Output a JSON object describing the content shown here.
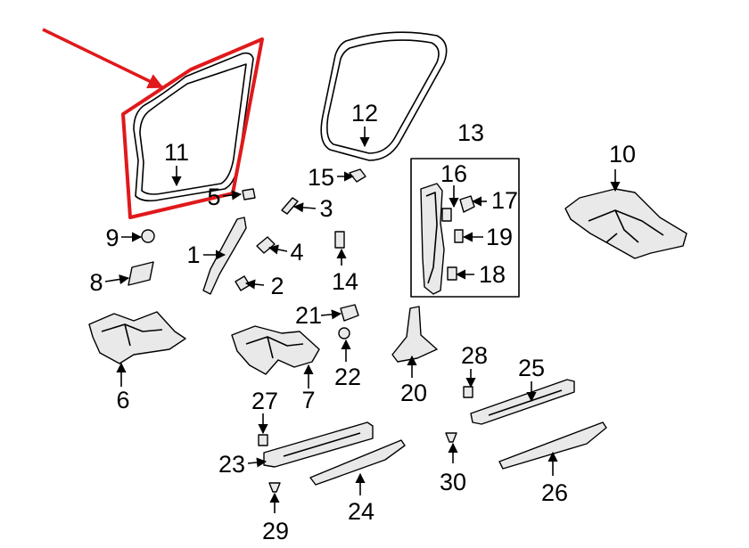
{
  "callouts": [
    {
      "id": "c1",
      "label": "1"
    },
    {
      "id": "c2",
      "label": "2"
    },
    {
      "id": "c3",
      "label": "3"
    },
    {
      "id": "c4",
      "label": "4"
    },
    {
      "id": "c5",
      "label": "5"
    },
    {
      "id": "c6",
      "label": "6"
    },
    {
      "id": "c7",
      "label": "7"
    },
    {
      "id": "c8",
      "label": "8"
    },
    {
      "id": "c9",
      "label": "9"
    },
    {
      "id": "c10",
      "label": "10"
    },
    {
      "id": "c11",
      "label": "11"
    },
    {
      "id": "c12",
      "label": "12"
    },
    {
      "id": "c13",
      "label": "13"
    },
    {
      "id": "c14",
      "label": "14"
    },
    {
      "id": "c15",
      "label": "15"
    },
    {
      "id": "c16",
      "label": "16"
    },
    {
      "id": "c17",
      "label": "17"
    },
    {
      "id": "c18",
      "label": "18"
    },
    {
      "id": "c19",
      "label": "19"
    },
    {
      "id": "c20",
      "label": "20"
    },
    {
      "id": "c21",
      "label": "21"
    },
    {
      "id": "c22",
      "label": "22"
    },
    {
      "id": "c23",
      "label": "23"
    },
    {
      "id": "c24",
      "label": "24"
    },
    {
      "id": "c25",
      "label": "25"
    },
    {
      "id": "c26",
      "label": "26"
    },
    {
      "id": "c27",
      "label": "27"
    },
    {
      "id": "c28",
      "label": "28"
    },
    {
      "id": "c29",
      "label": "29"
    },
    {
      "id": "c30",
      "label": "30"
    }
  ],
  "highlight": {
    "part": "11",
    "color": "#e0191b"
  },
  "colors": {
    "line": "#000000",
    "part_fill": "#e9e9e9",
    "background": "#ffffff"
  }
}
